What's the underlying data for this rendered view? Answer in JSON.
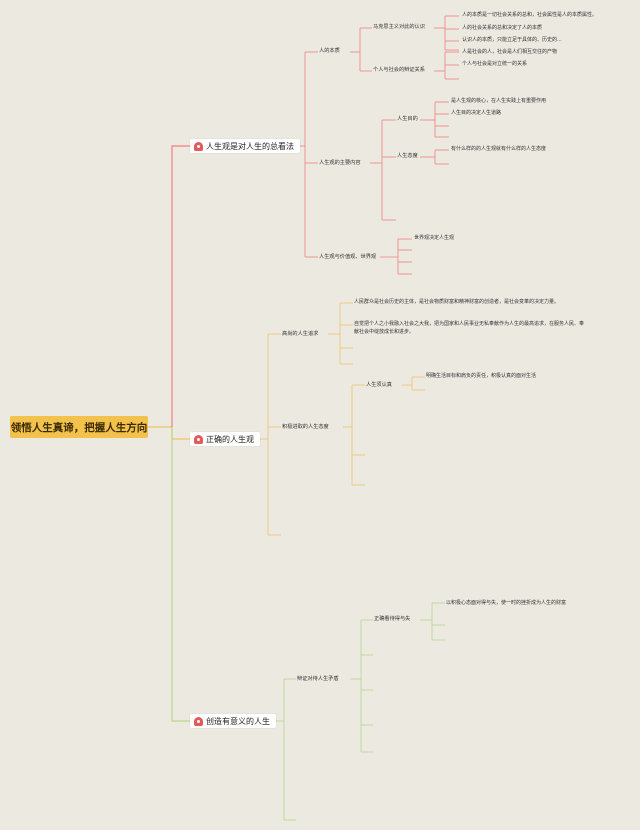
{
  "root": {
    "label": "领悟人生真谛，把握人生方向"
  },
  "colors": {
    "background": "#ece9e1",
    "root_fill": "#f2c24d",
    "branch1": "#f07f7f",
    "branch2": "#f0c36a",
    "branch3": "#b5d98c",
    "icon": "#e25a5a"
  },
  "branch1": {
    "label": "人生观是对人生的总看法",
    "icon": "house-heart-icon",
    "n1": {
      "label": "人的本质",
      "n1a": {
        "label": "马克思主义对此的认识",
        "leaves": [
          "人的本质是一切社会关系的总和，社会属性是人的本质属性。",
          "人的社会关系的总和决定了人的本质",
          "认识人的本质，只能立足于具体的、历史的..."
        ]
      },
      "n1b": {
        "label": "个人与社会的辩证关系",
        "leaves": [
          "人是社会的人，社会是人们相互交往的产物",
          "个人与社会是对立统一的关系"
        ]
      }
    },
    "n2": {
      "label": "人生观的主要内容",
      "n2a": {
        "label": "人生目的",
        "leaves": [
          "是人生观的核心，在人生实践上有重要作用",
          "人生目的决定人生道路"
        ]
      },
      "n2b": {
        "label": "人生态度",
        "leaves": [
          "有什么样的的人生观就有什么样的人生态度"
        ]
      }
    },
    "n3": {
      "label": "人生观与价值观、世界观",
      "leaves": [
        "世界观决定人生观"
      ]
    }
  },
  "branch2": {
    "label": "正确的人生观",
    "icon": "house-heart-icon",
    "n1": {
      "label": "高尚的人生追求",
      "leaves": [
        "人民群众是社会历史的主体，是社会物质财富和精神财富的创造者，是社会变革的决定力量。",
        "自觉把个人之小我融入社会之大我，把为国家和人民事业无私奉献作为人生的最高追求，在服务人民、奉献社会中绽放成长和进步。"
      ]
    },
    "n2": {
      "label": "积极进取的人生态度",
      "n2a": {
        "label": "人生须认真",
        "leaves": [
          "明确生活目标和肩负的责任，积极认真的面对生活"
        ]
      }
    }
  },
  "branch3": {
    "label": "创造有意义的人生",
    "icon": "house-heart-icon",
    "n1": {
      "label": "辩证对待人生矛盾",
      "n1a": {
        "label": "正确看待得与失",
        "leaves": [
          "以积极心态面对得与失，使一时的挫折成为人生的财富"
        ]
      }
    }
  }
}
